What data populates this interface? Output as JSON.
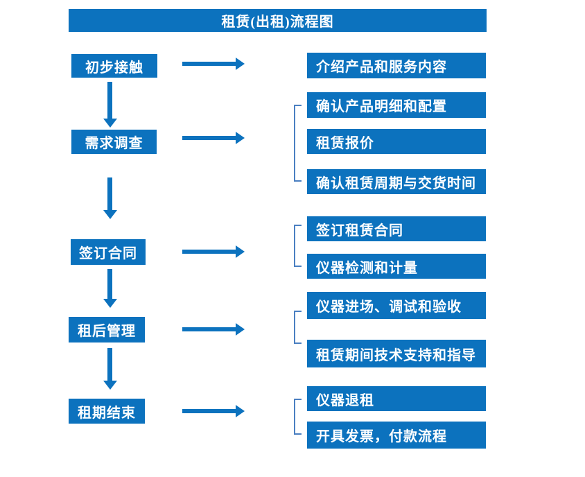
{
  "title": "租赁(出租)流程图",
  "colors": {
    "primary": "#0c72be",
    "bracket": "#4a7fc1",
    "box_text": "#ffffff",
    "background": "#ffffff"
  },
  "steps": [
    {
      "label": "初步接触",
      "outputs": [
        "介绍产品和服务内容"
      ]
    },
    {
      "label": "需求调查",
      "outputs": [
        "确认产品明细和配置",
        "租赁报价",
        "确认租赁周期与交货时间"
      ]
    },
    {
      "label": "签订合同",
      "outputs": [
        "签订租赁合同",
        "仪器检测和计量"
      ]
    },
    {
      "label": "租后管理",
      "outputs": [
        "仪器进场、调试和验收",
        "租赁期间技术支持和指导"
      ]
    },
    {
      "label": "租期结束",
      "outputs": [
        "仪器退租",
        "开具发票，付款流程"
      ]
    }
  ]
}
